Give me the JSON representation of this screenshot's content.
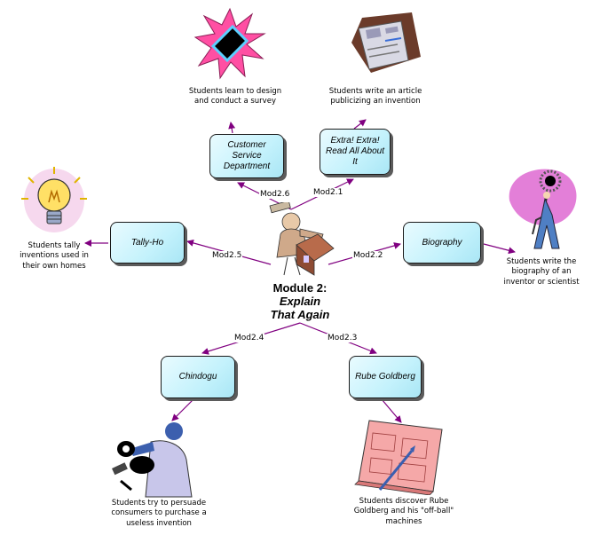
{
  "center": {
    "title": "Module 2:",
    "subtitle_line1": "Explain",
    "subtitle_line2": "That Again"
  },
  "activities": [
    {
      "id": "mod2_6",
      "module": "Mod2.6",
      "title": "Customer Service Department",
      "caption": "Students learn to design and conduct a survey",
      "icon": "starburst-survey-icon"
    },
    {
      "id": "mod2_1",
      "module": "Mod2.1",
      "title": "Extra! Extra! Read All About It",
      "caption": "Students write an article publicizing an invention",
      "icon": "newspaper-icon"
    },
    {
      "id": "mod2_5",
      "module": "Mod2.5",
      "title": "Tally-Ho",
      "caption": "Students tally inventions used in their own homes",
      "icon": "lightbulb-icon"
    },
    {
      "id": "mod2_2",
      "module": "Mod2.2",
      "title": "Biography",
      "caption": "Students write the biography of an inventor or scientist",
      "icon": "scientist-figure-icon"
    },
    {
      "id": "mod2_4",
      "module": "Mod2.4",
      "title": "Chindogu",
      "caption": "Students try to persuade consumers to purchase a useless invention",
      "icon": "inventor-with-gadget-icon"
    },
    {
      "id": "mod2_3",
      "module": "Mod2.3",
      "title": "Rube Goldberg",
      "caption": "Students discover Rube Goldberg and his \"off-ball\" machines",
      "icon": "blueprint-icon"
    }
  ],
  "colors": {
    "arrow": "#800080",
    "box_fill": "#c4f2fc",
    "box_border": "#1a1a1a"
  }
}
